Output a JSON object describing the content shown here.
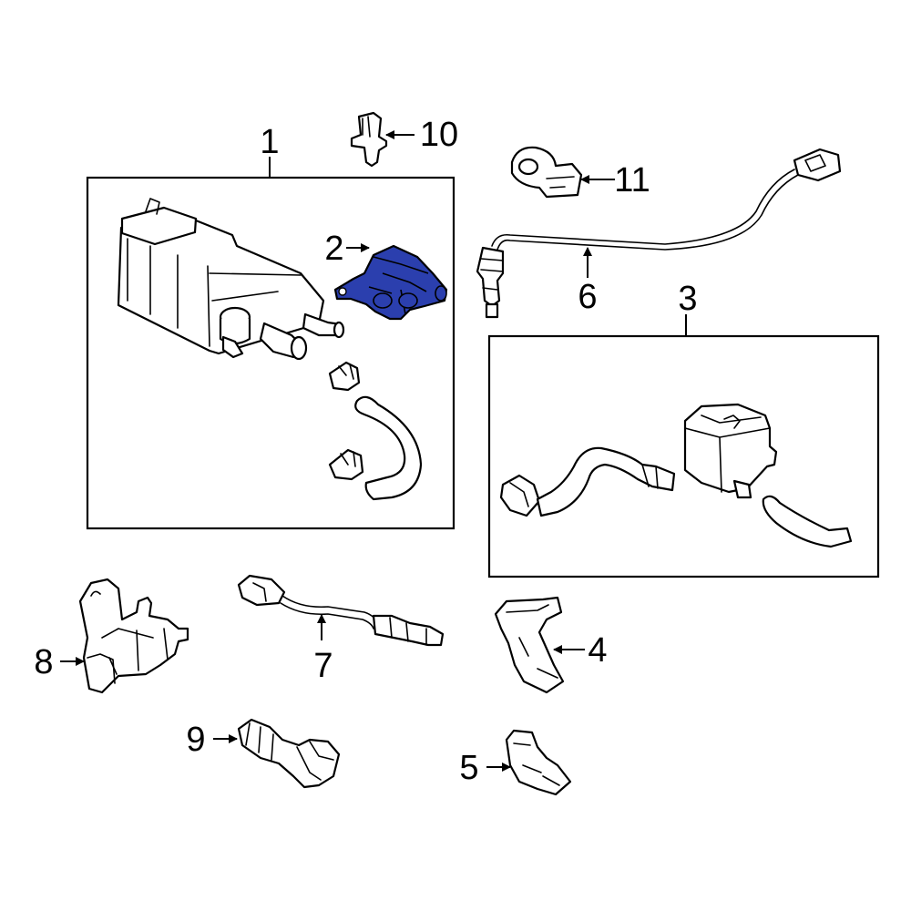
{
  "diagram": {
    "highlight_color": "#2b3fae",
    "callouts": {
      "c1": "1",
      "c2": "2",
      "c3": "3",
      "c4": "4",
      "c5": "5",
      "c6": "6",
      "c7": "7",
      "c8": "8",
      "c9": "9",
      "c10": "10",
      "c11": "11"
    }
  }
}
